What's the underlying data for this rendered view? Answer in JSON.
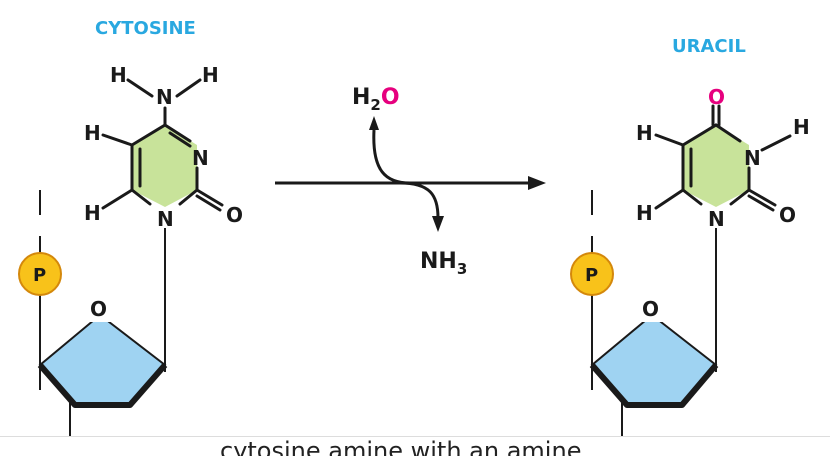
{
  "colors": {
    "title": "#29a8e0",
    "oxygen_highlight": "#e6007e",
    "ring": "#c8e39a",
    "sugar": "#9fd3f2",
    "phosphate": "#f8c21a",
    "phosphate_stroke": "#d4880b",
    "ink": "#1a1a1a"
  },
  "left": {
    "title": "CYTOSINE",
    "amino_h_left": "H",
    "amino_n": "N",
    "amino_h_right": "H",
    "h_top": "H",
    "h_bottom": "H",
    "ring_n_top": "N",
    "ring_n_bottom": "N",
    "carbonyl_o": "O",
    "sugar_o": "O",
    "phosphate": "P"
  },
  "reaction": {
    "reactant_h": "H",
    "reactant_sub": "2",
    "reactant_o": "O",
    "product_nh": "NH",
    "product_sub": "3"
  },
  "right": {
    "title": "URACIL",
    "top_o": "O",
    "h_top": "H",
    "h_bottom": "H",
    "ring_n_top": "N",
    "ring_n_bottom": "N",
    "n_h": "H",
    "carbonyl_o": "O",
    "sugar_o": "O",
    "phosphate": "P"
  },
  "caption": "cytosine amine with an amine"
}
